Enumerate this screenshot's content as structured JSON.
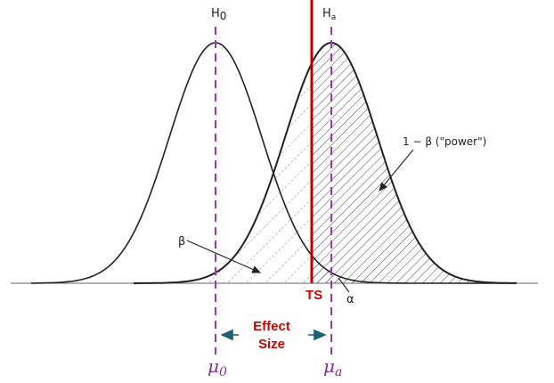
{
  "labels": {
    "h0": "H",
    "h0_sub": "0",
    "ha": "H",
    "ha_sub": "a",
    "power": "1 − β  (\"power\")",
    "beta": "β",
    "alpha": "α",
    "ts": "TS",
    "effect_line1": "Effect",
    "effect_line2": "Size",
    "mu0": "μ",
    "mu0_sub": "0",
    "mua": "μ",
    "mua_sub": "a"
  },
  "colors": {
    "curve": "#222222",
    "mean_line": "#9b3aa8",
    "test_statistic": "#c00000",
    "effect_arrow": "#1f5f73",
    "hatch": "#555555"
  }
}
